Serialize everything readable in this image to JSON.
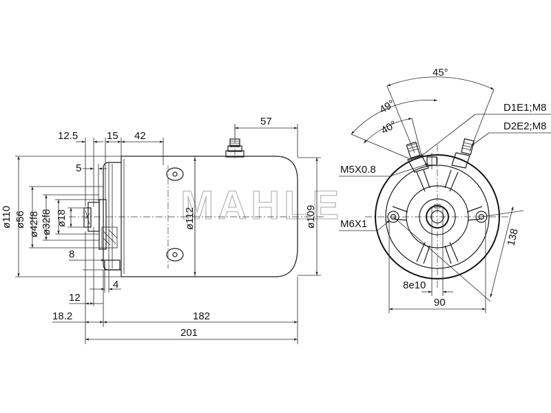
{
  "watermark": "MAHLE",
  "side_view": {
    "dims": {
      "d12_5": "12.5",
      "d15": "15",
      "d42": "42",
      "d57": "57",
      "d5": "5",
      "d110": "ø110",
      "d56": "ø56",
      "d42f8": "ø42f8",
      "d32f8": "ø32f8",
      "d18": "ø18",
      "d112": "ø112",
      "d109": "ø109",
      "d8": "8",
      "d4": "4",
      "d12": "12",
      "d18_2": "18.2",
      "d182": "182",
      "d201": "201"
    }
  },
  "end_view": {
    "dims": {
      "a45": "45°",
      "a49": "49°",
      "a40": "40°",
      "t1": "D1E1;M8",
      "t2": "D2E2;M8",
      "m5": "M5X0.8",
      "m6": "M6X1",
      "d138": "138",
      "d8e10": "8e10",
      "d90": "90"
    }
  }
}
